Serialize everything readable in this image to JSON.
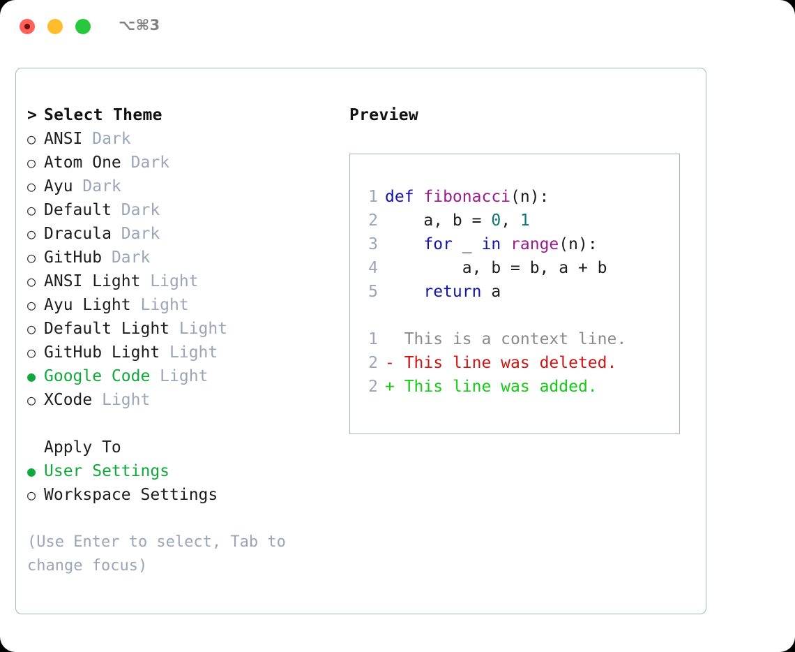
{
  "titlebar": {
    "shortcut": "⌥⌘3",
    "buttons": {
      "close": "close-button",
      "minimize": "minimize-button",
      "maximize": "maximize-button"
    }
  },
  "theme_picker": {
    "caret": ">",
    "title": "Select Theme",
    "radio_off": "○",
    "radio_on": "●",
    "items": [
      {
        "name": "ANSI",
        "category": "Dark",
        "selected": false
      },
      {
        "name": "Atom One",
        "category": "Dark",
        "selected": false
      },
      {
        "name": "Ayu",
        "category": "Dark",
        "selected": false
      },
      {
        "name": "Default",
        "category": "Dark",
        "selected": false
      },
      {
        "name": "Dracula",
        "category": "Dark",
        "selected": false
      },
      {
        "name": "GitHub",
        "category": "Dark",
        "selected": false
      },
      {
        "name": "ANSI Light",
        "category": "Light",
        "selected": false
      },
      {
        "name": "Ayu Light",
        "category": "Light",
        "selected": false
      },
      {
        "name": "Default Light",
        "category": "Light",
        "selected": false
      },
      {
        "name": "GitHub Light",
        "category": "Light",
        "selected": false
      },
      {
        "name": "Google Code",
        "category": "Light",
        "selected": true
      },
      {
        "name": "XCode",
        "category": "Light",
        "selected": false
      }
    ]
  },
  "apply_to": {
    "title": "Apply To",
    "options": [
      {
        "name": "User Settings",
        "selected": true
      },
      {
        "name": "Workspace Settings",
        "selected": false
      }
    ]
  },
  "help": {
    "line1": "(Use Enter to select, Tab to",
    "line2": "change focus)"
  },
  "preview": {
    "title": "Preview",
    "code_lines": [
      {
        "number": "1",
        "tokens": [
          {
            "text": "def ",
            "type": "kw"
          },
          {
            "text": "fibonacci",
            "type": "fn"
          },
          {
            "text": "(n):",
            "type": "txt"
          }
        ]
      },
      {
        "number": "2",
        "tokens": [
          {
            "text": "    a, b = ",
            "type": "txt"
          },
          {
            "text": "0",
            "type": "num"
          },
          {
            "text": ", ",
            "type": "txt"
          },
          {
            "text": "1",
            "type": "num"
          }
        ]
      },
      {
        "number": "3",
        "tokens": [
          {
            "text": "    ",
            "type": "txt"
          },
          {
            "text": "for",
            "type": "kw"
          },
          {
            "text": " _ ",
            "type": "txt"
          },
          {
            "text": "in",
            "type": "kw"
          },
          {
            "text": " ",
            "type": "txt"
          },
          {
            "text": "range",
            "type": "fn"
          },
          {
            "text": "(n):",
            "type": "txt"
          }
        ]
      },
      {
        "number": "4",
        "tokens": [
          {
            "text": "        a, b = b, a + b",
            "type": "txt"
          }
        ]
      },
      {
        "number": "5",
        "tokens": [
          {
            "text": "    ",
            "type": "txt"
          },
          {
            "text": "return",
            "type": "kw"
          },
          {
            "text": " a",
            "type": "txt"
          }
        ]
      }
    ],
    "diff_lines": [
      {
        "number": "1",
        "prefix": "  ",
        "text": "This is a context line.",
        "type": "ctx"
      },
      {
        "number": "2",
        "prefix": "- ",
        "text": "This line was deleted.",
        "type": "del"
      },
      {
        "number": "2",
        "prefix": "+ ",
        "text": "This line was added.",
        "type": "add"
      }
    ]
  },
  "colors": {
    "accent_green": "#0fa83a",
    "muted": "#9aa5b8",
    "border": "#a8b2c1",
    "keyword": "#1313a8",
    "function": "#9c1a8c",
    "number": "#0d7373",
    "diff_added": "#14cc14",
    "diff_deleted": "#cc1414",
    "diff_context": "#8a8a8a",
    "traffic_red": "#ff6058",
    "traffic_yellow": "#ffbd2e",
    "traffic_green": "#28c83c"
  }
}
